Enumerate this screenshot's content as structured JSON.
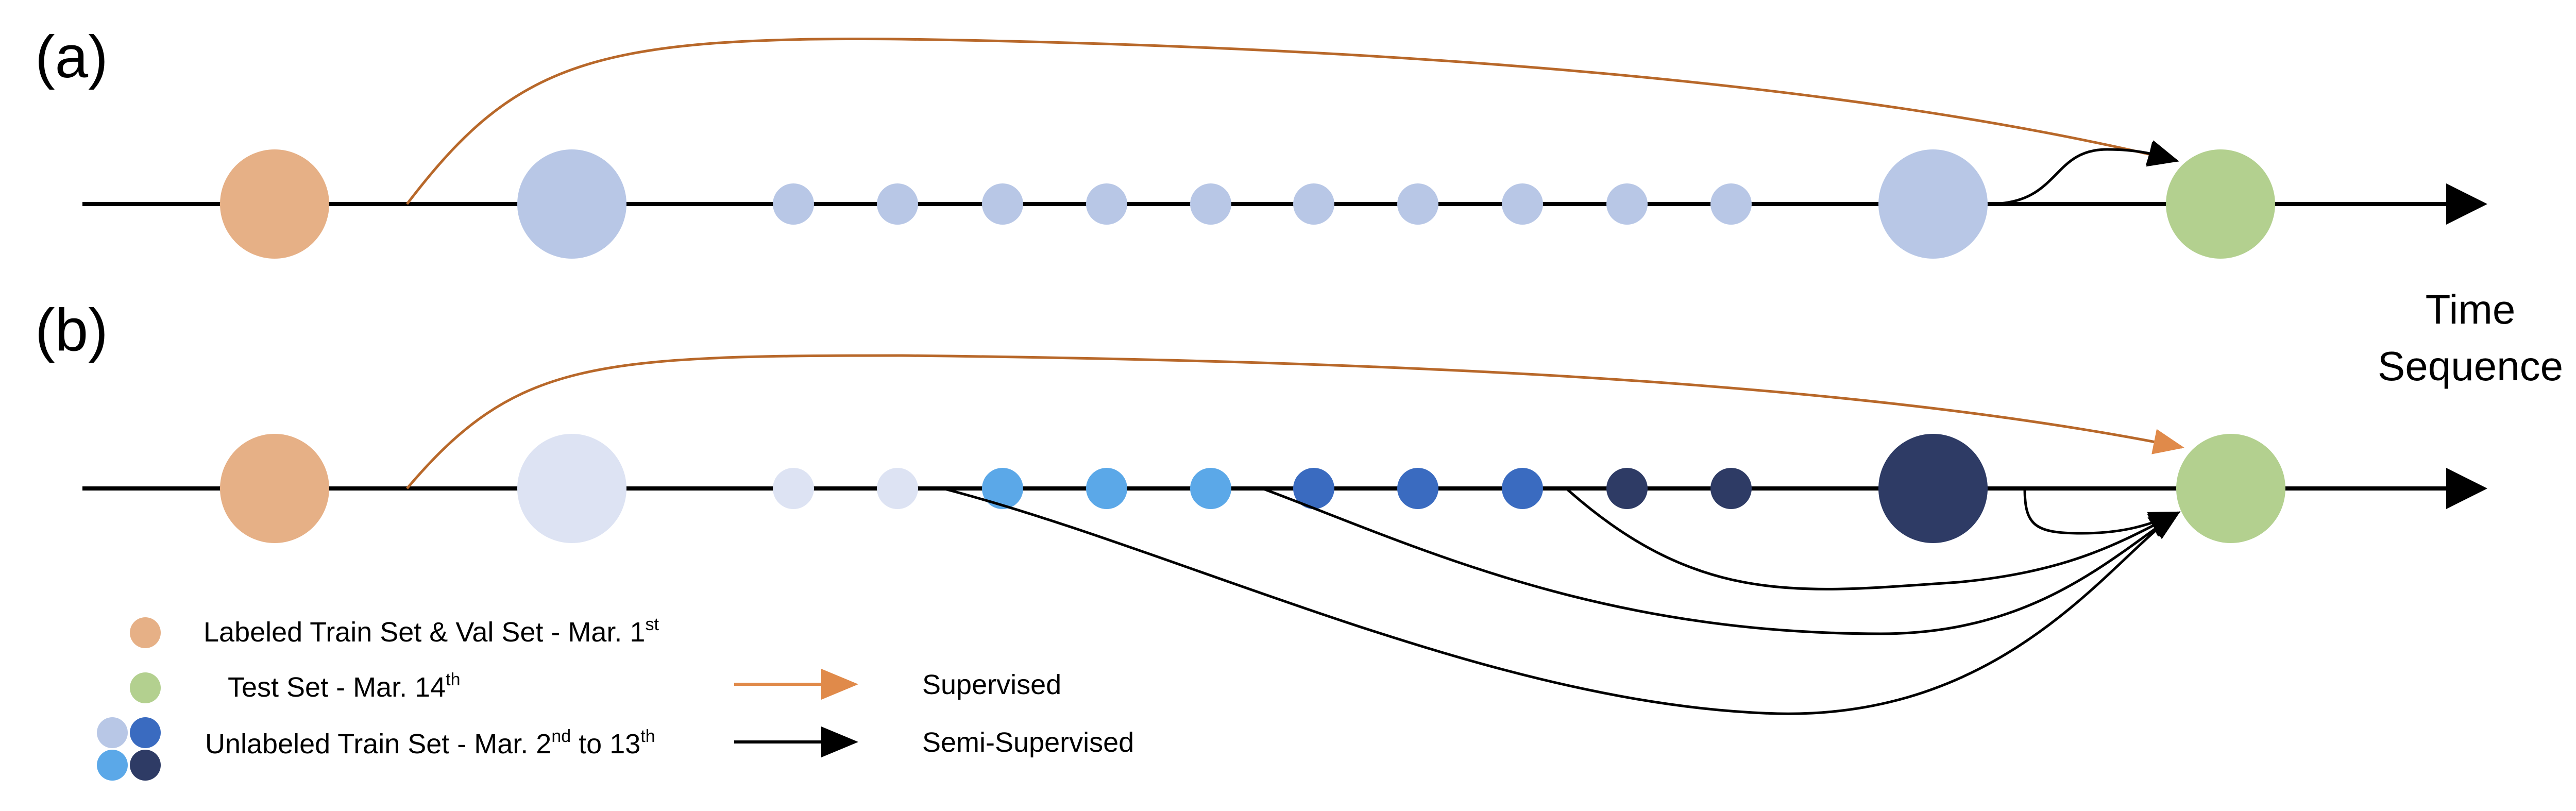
{
  "panels": [
    {
      "label": "(a)",
      "nodes": [
        {
          "role": "labeled",
          "size": "large",
          "color_key": "labeled"
        },
        {
          "role": "unlabeled",
          "size": "large",
          "color_key": "unl_lightblue"
        },
        {
          "role": "unlabeled",
          "size": "small",
          "color_key": "unl_lightblue"
        },
        {
          "role": "unlabeled",
          "size": "small",
          "color_key": "unl_lightblue"
        },
        {
          "role": "unlabeled",
          "size": "small",
          "color_key": "unl_lightblue"
        },
        {
          "role": "unlabeled",
          "size": "small",
          "color_key": "unl_lightblue"
        },
        {
          "role": "unlabeled",
          "size": "small",
          "color_key": "unl_lightblue"
        },
        {
          "role": "unlabeled",
          "size": "small",
          "color_key": "unl_lightblue"
        },
        {
          "role": "unlabeled",
          "size": "small",
          "color_key": "unl_lightblue"
        },
        {
          "role": "unlabeled",
          "size": "small",
          "color_key": "unl_lightblue"
        },
        {
          "role": "unlabeled",
          "size": "small",
          "color_key": "unl_lightblue"
        },
        {
          "role": "unlabeled",
          "size": "small",
          "color_key": "unl_lightblue"
        },
        {
          "role": "unlabeled",
          "size": "large",
          "color_key": "unl_lightblue"
        },
        {
          "role": "test",
          "size": "large",
          "color_key": "test"
        }
      ]
    },
    {
      "label": "(b)",
      "nodes": [
        {
          "role": "labeled",
          "size": "large",
          "color_key": "labeled"
        },
        {
          "role": "unlabeled",
          "size": "large",
          "color_key": "unl_pale"
        },
        {
          "role": "unlabeled",
          "size": "small",
          "color_key": "unl_pale"
        },
        {
          "role": "unlabeled",
          "size": "small",
          "color_key": "unl_pale"
        },
        {
          "role": "unlabeled",
          "size": "small",
          "color_key": "unl_sky"
        },
        {
          "role": "unlabeled",
          "size": "small",
          "color_key": "unl_sky"
        },
        {
          "role": "unlabeled",
          "size": "small",
          "color_key": "unl_sky"
        },
        {
          "role": "unlabeled",
          "size": "small",
          "color_key": "unl_royal"
        },
        {
          "role": "unlabeled",
          "size": "small",
          "color_key": "unl_royal"
        },
        {
          "role": "unlabeled",
          "size": "small",
          "color_key": "unl_royal"
        },
        {
          "role": "unlabeled",
          "size": "small",
          "color_key": "unl_navy"
        },
        {
          "role": "unlabeled",
          "size": "small",
          "color_key": "unl_navy"
        },
        {
          "role": "unlabeled",
          "size": "large",
          "color_key": "unl_navy"
        },
        {
          "role": "test",
          "size": "large",
          "color_key": "test"
        }
      ]
    }
  ],
  "axis_label": [
    "Time",
    "Sequence"
  ],
  "legend": {
    "items": [
      {
        "text": "Labeled Train Set & Val Set - Mar. 1",
        "sup": "st"
      },
      {
        "text": "Test Set - Mar. 14",
        "sup": "th"
      },
      {
        "text": "Unlabeled Train Set - Mar. 2",
        "sup": "nd",
        "text2": " to 13",
        "sup2": "th"
      }
    ],
    "arrows": [
      {
        "label": "Supervised",
        "color_key": "supervised"
      },
      {
        "label": "Semi-Supervised",
        "color_key": "semi"
      }
    ]
  },
  "colors": {
    "labeled": "#E6B086",
    "test": "#B3D08F",
    "unl_lightblue": "#B8C7E6",
    "unl_pale": "#DDE3F3",
    "unl_sky": "#5BA8E8",
    "unl_royal": "#3A6BC0",
    "unl_navy": "#2E3B65",
    "supervised": "#B8682A",
    "supervised_legend": "#E08A4A",
    "semi": "#000000",
    "axis": "#000000"
  }
}
